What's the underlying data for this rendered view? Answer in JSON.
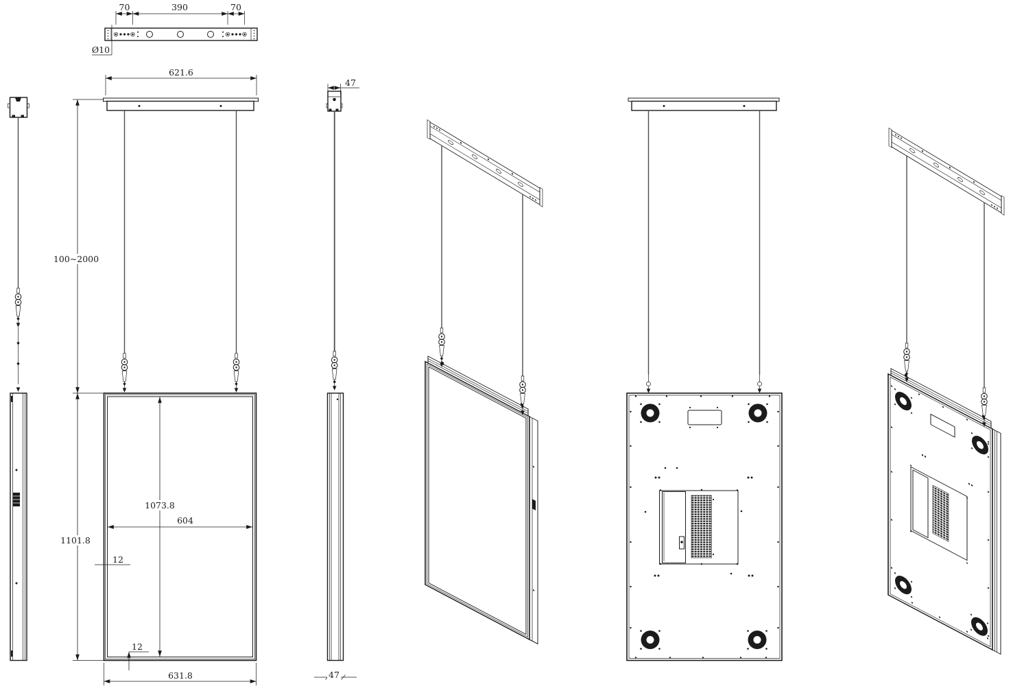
{
  "drawing": {
    "colors": {
      "line": "#1b1b1b",
      "cable": "#4d4d4d",
      "background": "#ffffff"
    },
    "bracket_top_view": {
      "left_offset": "70",
      "center_span": "390",
      "right_offset": "70",
      "hole_diameter": "Ø10"
    },
    "front_view": {
      "bracket_width": "621.6",
      "cable_range": "100~2000",
      "overall_height": "1101.8",
      "screen_height": "1073.8",
      "screen_width": "604",
      "side_bezel": "12",
      "bottom_bezel": "12",
      "overall_width": "631.8"
    },
    "side_view": {
      "bracket_depth": "47",
      "panel_depth": "47"
    }
  }
}
